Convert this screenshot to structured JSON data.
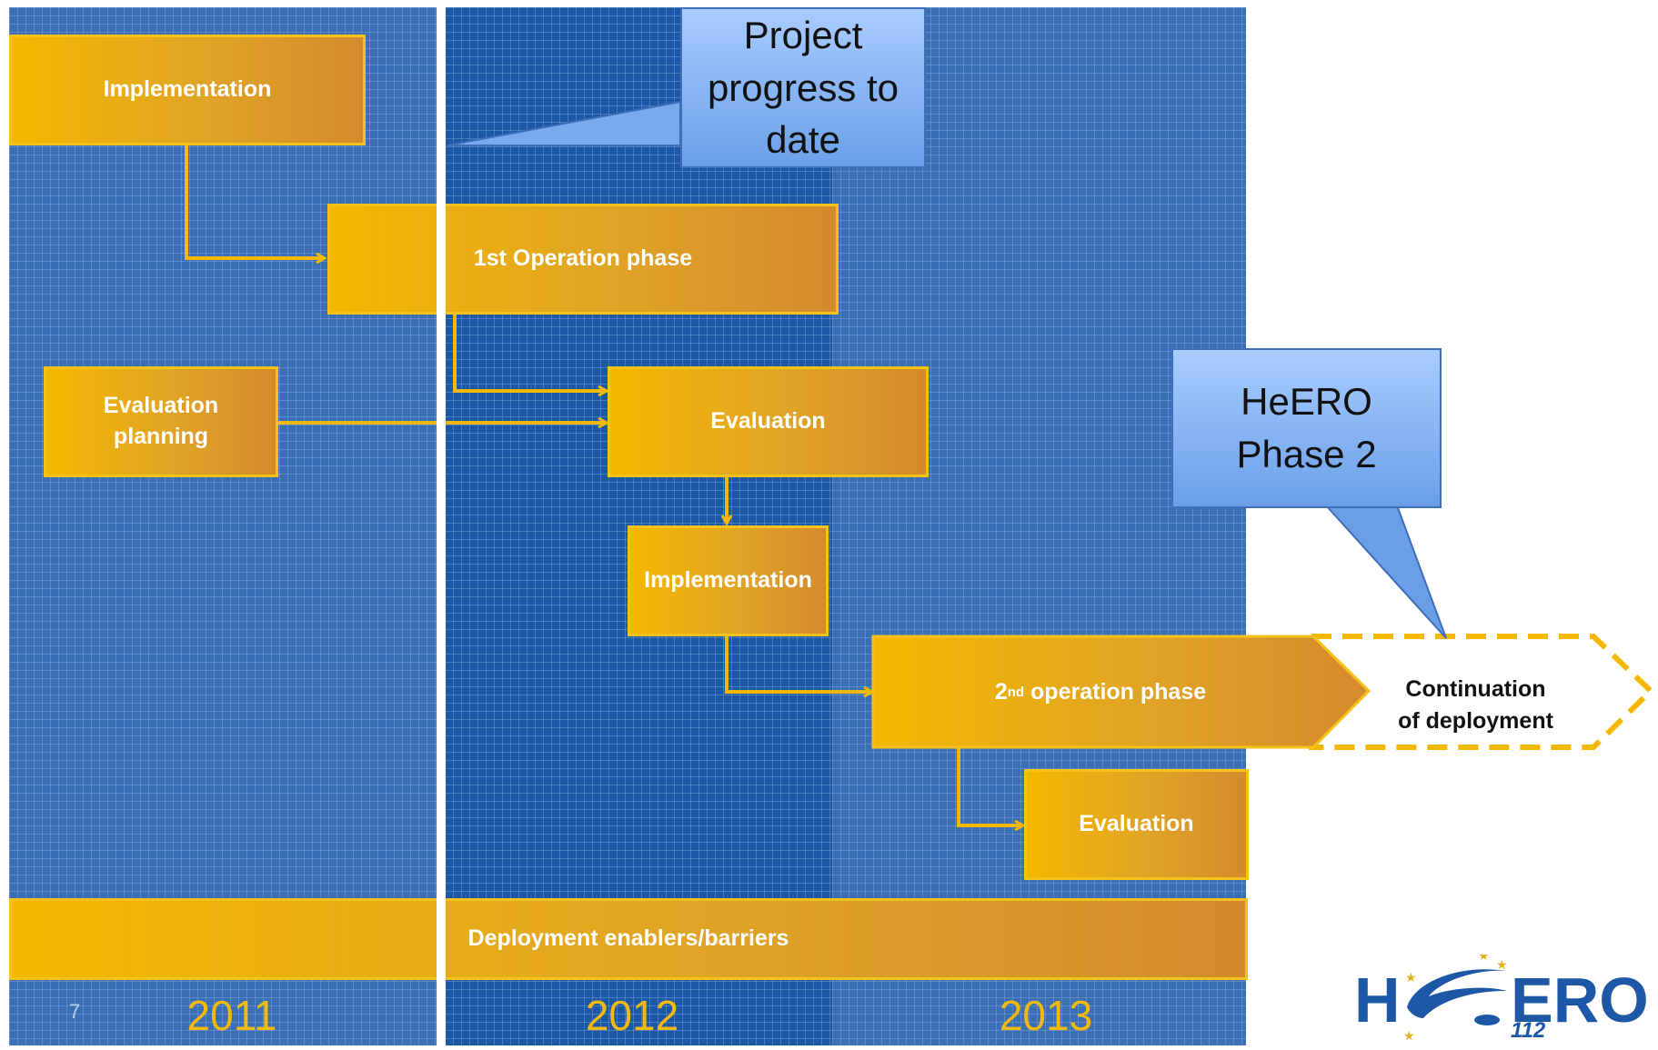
{
  "timeline": {
    "years": [
      "2011",
      "2012",
      "2013"
    ],
    "page_number": "7"
  },
  "boxes": {
    "implementation_1": "Implementation",
    "first_operation": "1st Operation phase",
    "evaluation_planning": [
      "Evaluation",
      "planning"
    ],
    "evaluation_1": "Evaluation",
    "implementation_2": "Implementation",
    "second_operation": {
      "prefix": "2",
      "superscript": "nd",
      "suffix": " operation phase"
    },
    "evaluation_2": "Evaluation",
    "deployment": "Deployment enablers/barriers",
    "continuation": [
      "Continuation",
      "of deployment"
    ]
  },
  "callouts": {
    "progress": [
      "Project",
      "progress to",
      "date"
    ],
    "phase2": [
      "HeERO",
      "Phase 2"
    ]
  },
  "logo": {
    "text_left": "H",
    "text_right": "ERO",
    "number": "112"
  },
  "colors": {
    "box_fill": "#f5b800",
    "box_fill_end": "#d48a2c",
    "arrow": "#f5b800",
    "column_blue": "#3a6fb5",
    "column_blue_dark": "#1d58a6",
    "callout_fill": "#8ab8f8",
    "year_text": "#f3b90b"
  }
}
